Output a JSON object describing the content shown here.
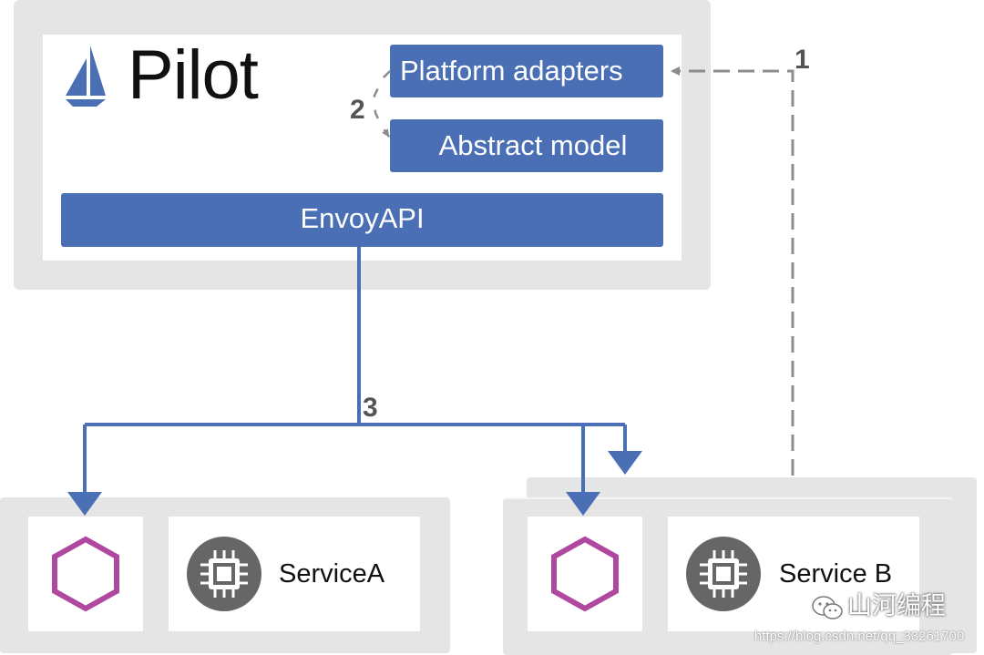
{
  "pilot": {
    "title": "Pilot",
    "platform_adapters": "Platform adapters",
    "abstract_model": "Abstract model",
    "envoy_api": "EnvoyAPI"
  },
  "steps": {
    "step1": "1",
    "step2": "2",
    "step3": "3"
  },
  "services": {
    "a_label": "ServiceA",
    "b_label": "Service B"
  },
  "watermark": {
    "brand": "山河编程",
    "url": "https://blog.csdn.net/qq_33261700"
  },
  "colors": {
    "blue_box": "#4a6fb5",
    "connector_blue": "#4a6fb5",
    "dashed_gray": "#8c8c8c",
    "panel_gray": "#e5e5e5",
    "sidecar_magenta": "#b0489f",
    "chip_gray": "#666666"
  },
  "icons": {
    "logo": "istio-sail-logo-icon",
    "sidecar": "hexagon-sidecar-icon",
    "service": "chip-icon",
    "wechat": "wechat-icon"
  }
}
